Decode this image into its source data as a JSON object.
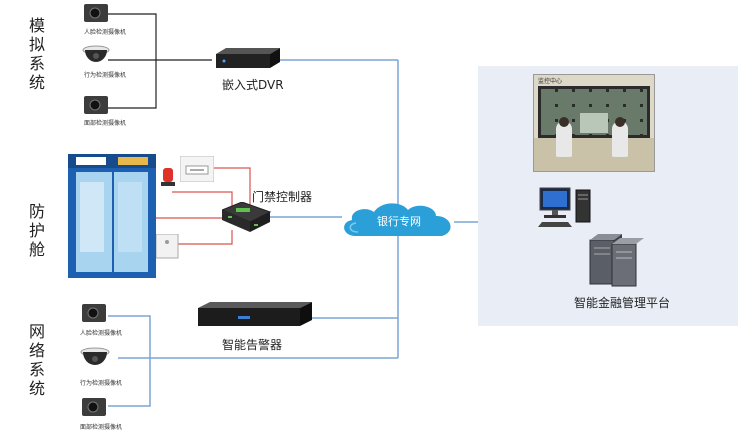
{
  "sections": {
    "analog": "模拟系统",
    "protection": "防护舱",
    "network": "网络系统"
  },
  "cameras": {
    "face": "人脸检测摄像机",
    "behavior": "行为检测摄像机",
    "mask": "面部检测摄像机"
  },
  "devices": {
    "dvr": "嵌入式DVR",
    "access": "门禁控制器",
    "alarm": "智能告警器",
    "cloud": "银行专网",
    "platform": "智能金融管理平台"
  },
  "monitor_center": "监控中心",
  "colors": {
    "link_blue": "#7aa6d6",
    "link_red": "#d9534f",
    "link_black": "#222222",
    "panel": "#e9eef6",
    "cloud": "#2a9fd8"
  }
}
